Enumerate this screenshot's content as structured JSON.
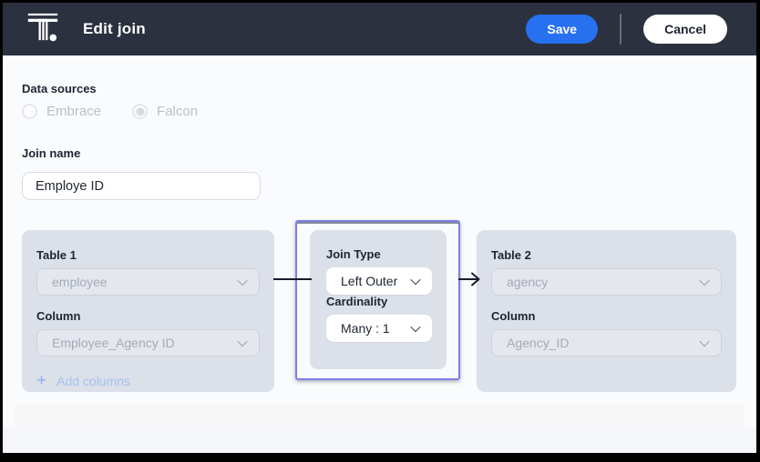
{
  "header": {
    "title": "Edit join",
    "save_label": "Save",
    "cancel_label": "Cancel"
  },
  "data_sources": {
    "label": "Data sources",
    "options": [
      {
        "label": "Embrace",
        "selected": false
      },
      {
        "label": "Falcon",
        "selected": true
      }
    ]
  },
  "join_name": {
    "label": "Join name",
    "value": "Employe ID"
  },
  "table1": {
    "title": "Table 1",
    "table_value": "employee",
    "column_label": "Column",
    "column_value": "Employee_Agency ID",
    "add_columns_label": "Add columns",
    "plus_glyph": "+"
  },
  "join_config": {
    "join_type_label": "Join Type",
    "join_type_value": "Left Outer",
    "cardinality_label": "Cardinality",
    "cardinality_value": "Many : 1"
  },
  "table2": {
    "title": "Table 2",
    "table_value": "agency",
    "column_label": "Column",
    "column_value": "Agency_ID"
  },
  "colors": {
    "header_bg": "#2B313E",
    "accent_blue": "#2770EF",
    "panel_bg": "#DCE0E8",
    "selection_purple": "#7C7EE3",
    "disabled_text": "#A4ABB8",
    "link_blue": "#A5C1F1",
    "text_dark": "#1E2433",
    "content_bg": "#FAFBFC"
  }
}
